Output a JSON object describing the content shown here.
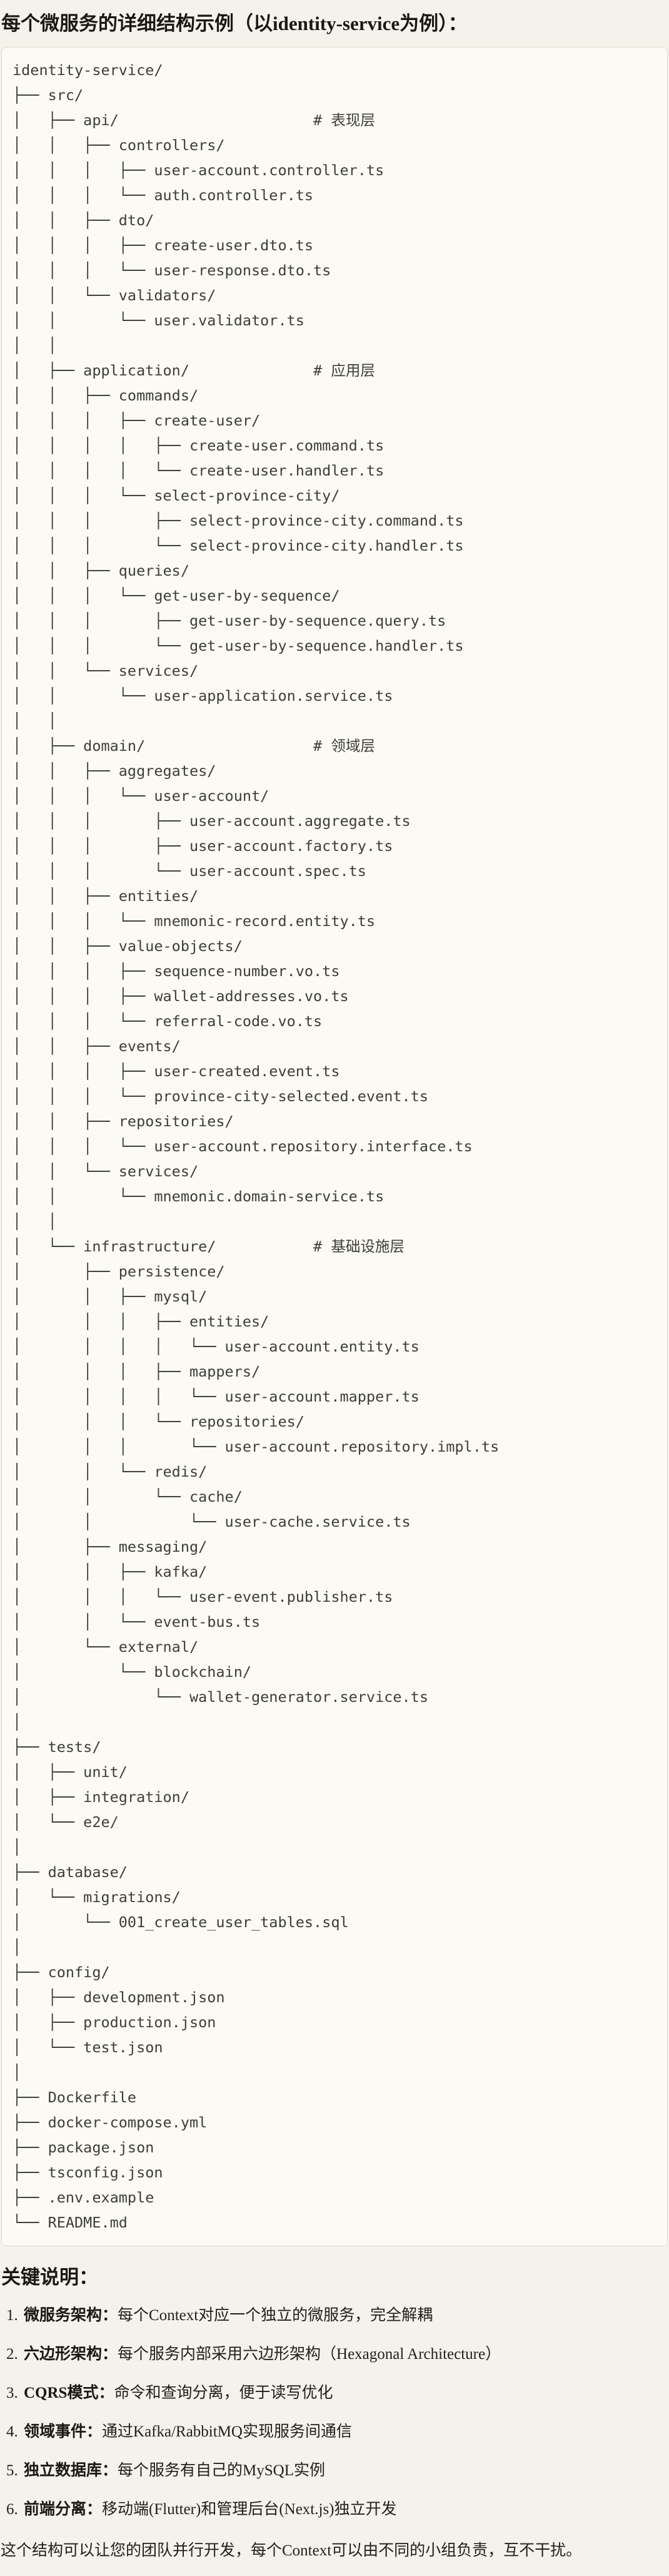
{
  "page": {
    "title": "每个微服务的详细结构示例（以identity-service为例）："
  },
  "code_block": {
    "lines": [
      "identity-service/",
      "├── src/",
      "│   ├── api/                      # 表现层",
      "│   │   ├── controllers/",
      "│   │   │   ├── user-account.controller.ts",
      "│   │   │   └── auth.controller.ts",
      "│   │   ├── dto/",
      "│   │   │   ├── create-user.dto.ts",
      "│   │   │   └── user-response.dto.ts",
      "│   │   └── validators/",
      "│   │       └── user.validator.ts",
      "│   │",
      "│   ├── application/              # 应用层",
      "│   │   ├── commands/",
      "│   │   │   ├── create-user/",
      "│   │   │   │   ├── create-user.command.ts",
      "│   │   │   │   └── create-user.handler.ts",
      "│   │   │   └── select-province-city/",
      "│   │   │       ├── select-province-city.command.ts",
      "│   │   │       └── select-province-city.handler.ts",
      "│   │   ├── queries/",
      "│   │   │   └── get-user-by-sequence/",
      "│   │   │       ├── get-user-by-sequence.query.ts",
      "│   │   │       └── get-user-by-sequence.handler.ts",
      "│   │   └── services/",
      "│   │       └── user-application.service.ts",
      "│   │",
      "│   ├── domain/                   # 领域层",
      "│   │   ├── aggregates/",
      "│   │   │   └── user-account/",
      "│   │   │       ├── user-account.aggregate.ts",
      "│   │   │       ├── user-account.factory.ts",
      "│   │   │       └── user-account.spec.ts",
      "│   │   ├── entities/",
      "│   │   │   └── mnemonic-record.entity.ts",
      "│   │   ├── value-objects/",
      "│   │   │   ├── sequence-number.vo.ts",
      "│   │   │   ├── wallet-addresses.vo.ts",
      "│   │   │   └── referral-code.vo.ts",
      "│   │   ├── events/",
      "│   │   │   ├── user-created.event.ts",
      "│   │   │   └── province-city-selected.event.ts",
      "│   │   ├── repositories/",
      "│   │   │   └── user-account.repository.interface.ts",
      "│   │   └── services/",
      "│   │       └── mnemonic.domain-service.ts",
      "│   │",
      "│   └── infrastructure/           # 基础设施层",
      "│       ├── persistence/",
      "│       │   ├── mysql/",
      "│       │   │   ├── entities/",
      "│       │   │   │   └── user-account.entity.ts",
      "│       │   │   ├── mappers/",
      "│       │   │   │   └── user-account.mapper.ts",
      "│       │   │   └── repositories/",
      "│       │   │       └── user-account.repository.impl.ts",
      "│       │   └── redis/",
      "│       │       └── cache/",
      "│       │           └── user-cache.service.ts",
      "│       ├── messaging/",
      "│       │   ├── kafka/",
      "│       │   │   └── user-event.publisher.ts",
      "│       │   └── event-bus.ts",
      "│       └── external/",
      "│           └── blockchain/",
      "│               └── wallet-generator.service.ts",
      "│",
      "├── tests/",
      "│   ├── unit/",
      "│   ├── integration/",
      "│   └── e2e/",
      "│",
      "├── database/",
      "│   └── migrations/",
      "│       └── 001_create_user_tables.sql",
      "│",
      "├── config/",
      "│   ├── development.json",
      "│   ├── production.json",
      "│   └── test.json",
      "│",
      "├── Dockerfile",
      "├── docker-compose.yml",
      "├── package.json",
      "├── tsconfig.json",
      "├── .env.example",
      "└── README.md"
    ]
  },
  "notes": {
    "heading": "关键说明：",
    "items": [
      {
        "num": "1.",
        "label": "微服务架构：",
        "text": "每个Context对应一个独立的微服务，完全解耦"
      },
      {
        "num": "2.",
        "label": "六边形架构：",
        "text": "每个服务内部采用六边形架构（Hexagonal Architecture）"
      },
      {
        "num": "3.",
        "label": "CQRS模式：",
        "text": "命令和查询分离，便于读写优化"
      },
      {
        "num": "4.",
        "label": "领域事件：",
        "text": "通过Kafka/RabbitMQ实现服务间通信"
      },
      {
        "num": "5.",
        "label": "独立数据库：",
        "text": "每个服务有自己的MySQL实例"
      },
      {
        "num": "6.",
        "label": "前端分离：",
        "text": "移动端(Flutter)和管理后台(Next.js)独立开发"
      }
    ],
    "footer": "这个结构可以让您的团队并行开发，每个Context可以由不同的小组负责，互不干扰。"
  }
}
